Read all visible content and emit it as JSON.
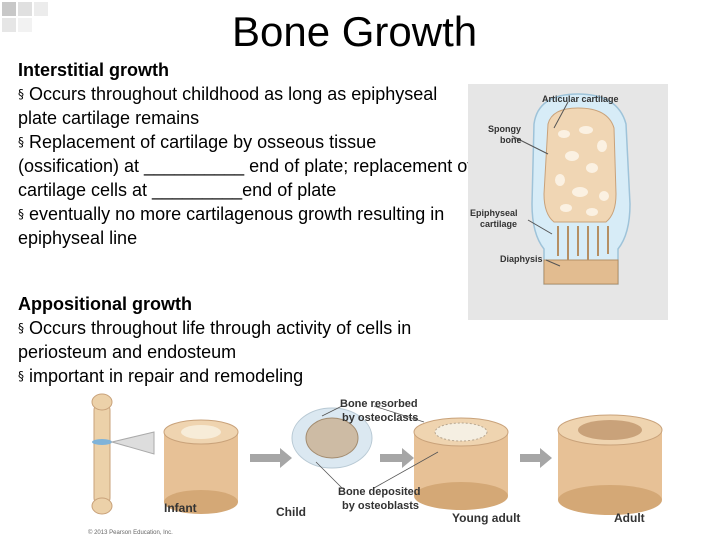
{
  "title": "Bone Growth",
  "interstitial": {
    "heading": "Interstitial growth",
    "bullets": [
      "Occurs throughout childhood as long as epiphyseal plate cartilage remains",
      "Replacement of cartilage by osseous tissue (ossification) at __________ end of plate; replacement of cartilage cells at _________end of plate",
      "eventually no more cartilagenous growth resulting in epiphyseal line"
    ]
  },
  "appositional": {
    "heading": "Appositional growth",
    "bullets": [
      "Occurs throughout life through activity of cells in periosteum and endosteum",
      "important in repair and remodeling"
    ]
  },
  "bullet_glyph": "§",
  "figure1": {
    "labels": {
      "articular": "Articular cartilage",
      "spongy_1": "Spongy",
      "spongy_2": "bone",
      "epiphyseal_1": "Epiphyseal",
      "epiphyseal_2": "cartilage",
      "diaphysis": "Diaphysis"
    }
  },
  "figure2": {
    "labels": {
      "resorbed_1": "Bone resorbed",
      "resorbed_2": "by osteoclasts",
      "deposited_1": "Bone deposited",
      "deposited_2": "by osteoblasts",
      "infant": "Infant",
      "child": "Child",
      "young_adult": "Young adult",
      "adult": "Adult",
      "copyright": "© 2013 Pearson Education, Inc."
    }
  },
  "colors": {
    "cartilage_blue": "#c9e3f2",
    "bone_tan": "#e9c9a0",
    "bone_dark": "#d1a576",
    "marrow": "#f3ead8",
    "arrow_gray": "#9a9a9a"
  }
}
